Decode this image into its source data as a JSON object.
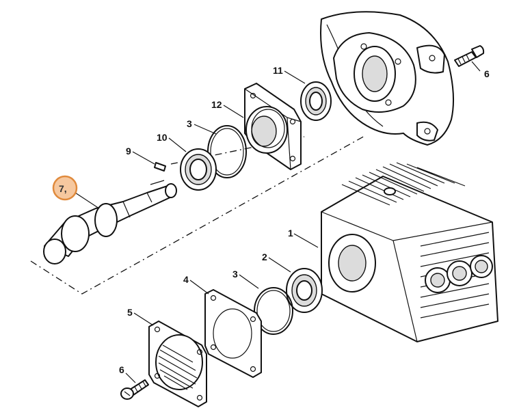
{
  "diagram": {
    "highlight_color": "#e08a3c",
    "highlight_fill": "#f6c89f",
    "callouts": {
      "part_1": "1",
      "part_2": "2",
      "part_3a": "3",
      "part_3b": "3",
      "part_4": "4",
      "part_5": "5",
      "part_6a": "6",
      "part_6b": "6",
      "part_7": "7,",
      "part_9": "9",
      "part_10": "10",
      "part_11": "11",
      "part_12": "12"
    }
  }
}
